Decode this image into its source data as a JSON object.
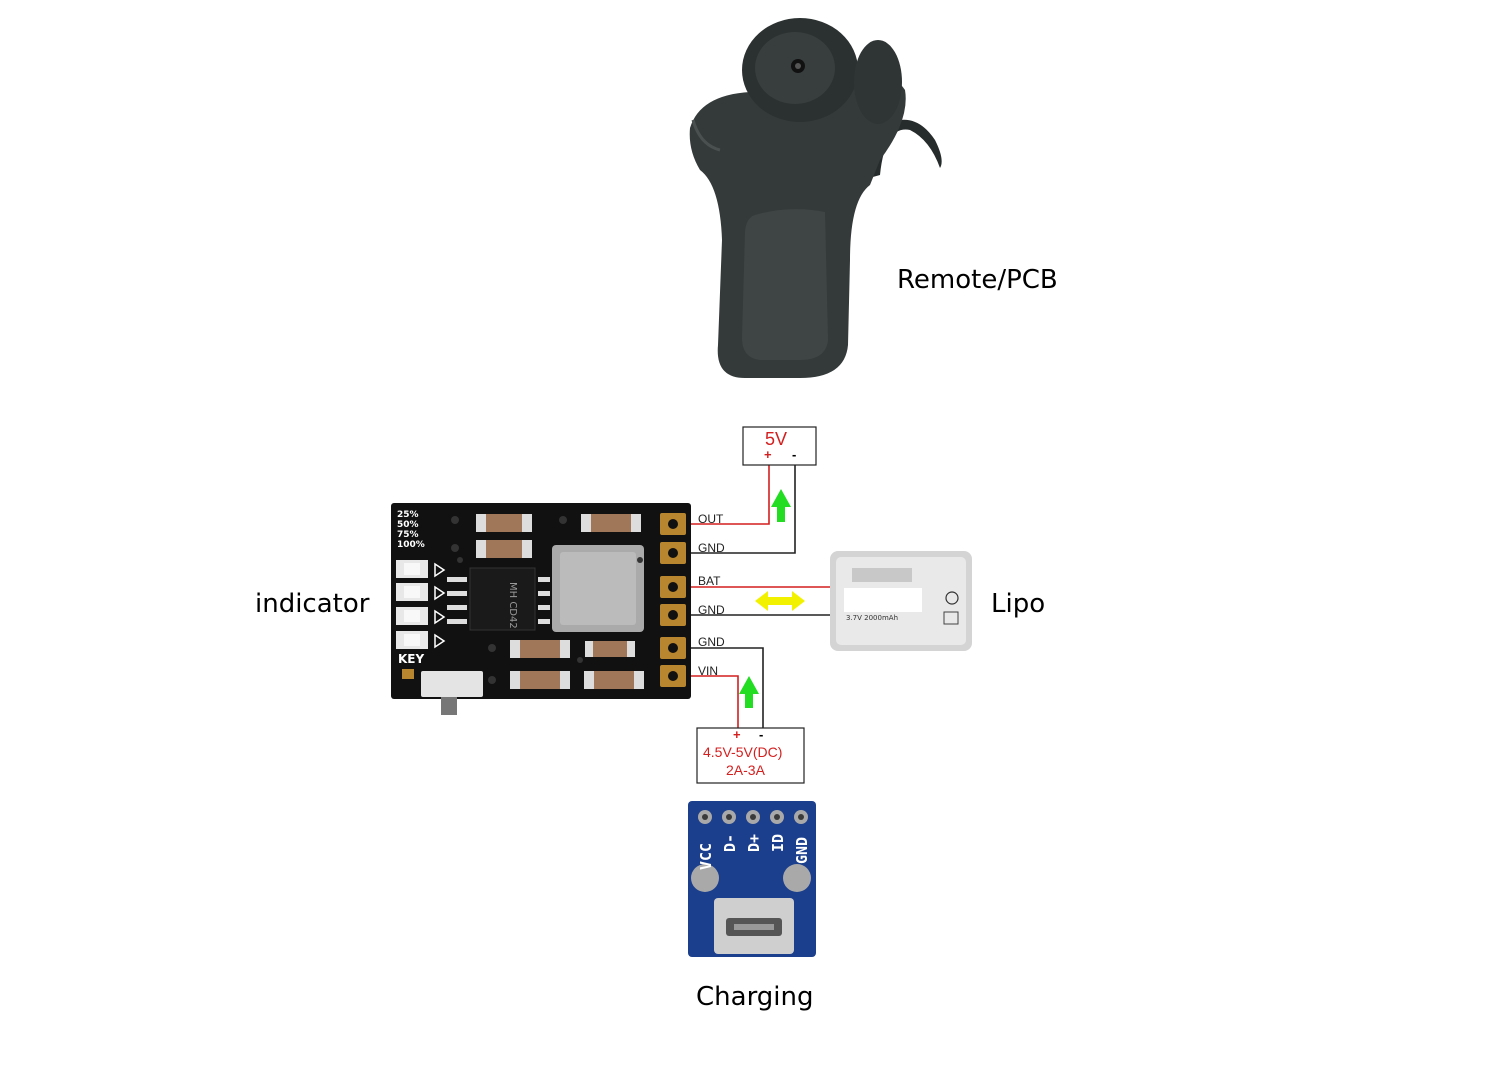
{
  "labels": {
    "remote": "Remote/PCB",
    "indicator": "indicator",
    "lipo": "Lipo",
    "charging": "Charging"
  },
  "output_box": {
    "voltage": "5V",
    "plus": "+",
    "minus": "-"
  },
  "input_box": {
    "plus": "+",
    "minus": "-",
    "voltage": "4.5V-5V(DC)",
    "current": "2A-3A"
  },
  "board": {
    "pins": [
      "OUT",
      "GND",
      "BAT",
      "GND",
      "GND",
      "VIN"
    ],
    "levels": [
      "25%",
      "50%",
      "75%",
      "100%"
    ],
    "key_label": "KEY",
    "chip_marking": "MH CD42"
  },
  "battery_label": {
    "spec": "3.7V 2000mAh"
  },
  "usb_module": {
    "pins": [
      "VCC",
      "D-",
      "D+",
      "ID",
      "GND"
    ]
  },
  "colors": {
    "wire_red": "#d41f1f",
    "wire_black": "#222222",
    "arrow_green": "#22dd22",
    "arrow_yellow": "#f2f200",
    "pcb_black": "#111111",
    "pcb_blue": "#1b3f8c",
    "pad_gold": "#b8862f"
  }
}
